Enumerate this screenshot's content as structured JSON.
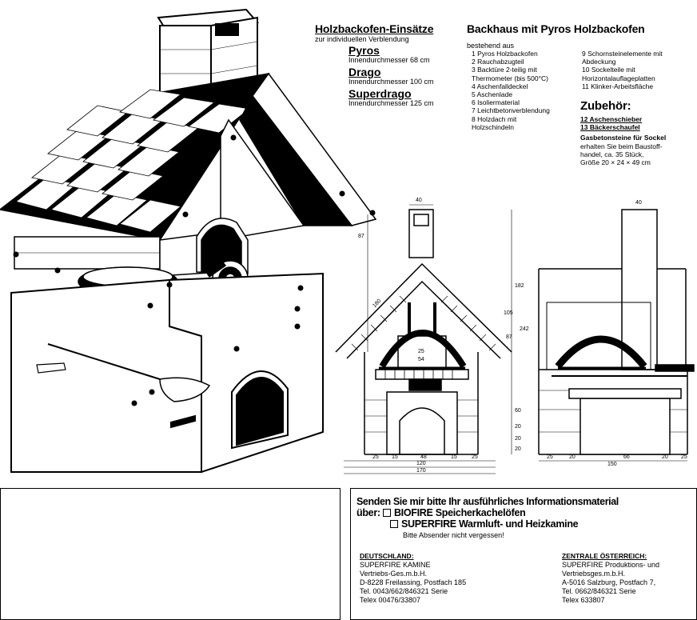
{
  "inserts": {
    "title": "Holzbackofen-Einsätze",
    "subtitle": "zur individuellen Verblendung",
    "models": [
      {
        "name": "Pyros",
        "desc": "Innendurchmesser 68 cm"
      },
      {
        "name": "Drago",
        "desc": "Innendurchmesser 100 cm"
      },
      {
        "name": "Superdrago",
        "desc": "Innendurchmesser 125 cm"
      }
    ]
  },
  "backhaus": {
    "title": "Backhaus mit Pyros Holzbackofen",
    "intro": "bestehend aus",
    "items_left": [
      "1  Pyros Holzbackofen",
      "2  Rauchabzugteil",
      "3  Backtüre 2-teilig mit",
      "    Thermometer (bis 500°C)",
      "4  Aschenfalldeckel",
      "5  Aschenlade",
      "6  Isoliermaterial",
      "7  Leichtbetonverblendung",
      "8  Holzdach mit",
      "    Holzschindeln"
    ],
    "items_right": [
      "9  Schornsteinelemente mit",
      "    Abdeckung",
      "10  Sockelteile mit",
      "      Horizontalauflageplatten",
      "11  Klinker-Arbeitsfläche"
    ],
    "accessories_title": "Zubehör:",
    "accessories": [
      "12  Aschenschieber",
      "13  Bäckerschaufel"
    ],
    "gasbeton_title": "Gasbetonsteine für Sockel",
    "gasbeton_lines": [
      "erhalten Sie beim Baustoff-",
      "handel, ca. 35 Stück,",
      "Größe 20 × 24 × 49 cm"
    ]
  },
  "dimensions": {
    "front_top": "40",
    "front_heights": [
      "87",
      "182",
      "105",
      "87",
      "242",
      "60",
      "20",
      "20",
      "20"
    ],
    "front_roof": "180",
    "front_oven": [
      "25",
      "54"
    ],
    "front_bottom_row": [
      "25",
      "15",
      "48",
      "15",
      "25"
    ],
    "front_bottom_total": [
      "120",
      "170"
    ],
    "side_top": "40",
    "side_bottom_row": [
      "25",
      "20",
      "66",
      "20",
      "25"
    ],
    "side_bottom_total": "150"
  },
  "coupon": {
    "headline1": "Senden Sie mir bitte Ihr ausführliches Informationsmaterial",
    "headline2_prefix": "über:",
    "option1": "BIOFIRE Speicherkachelöfen",
    "option2": "SUPERFIRE Warmluft- und Heizkamine",
    "note": "Bitte Absender nicht vergessen!",
    "de": {
      "title": "DEUTSCHLAND:",
      "lines": [
        "SUPERFIRE KAMINE",
        "Vertriebs-Ges.m.b.H.",
        "D-8228 Freilassing, Postfach 185",
        "Tel. 0043/662/846321 Serie",
        "Telex 00476/33807"
      ]
    },
    "at": {
      "title": "ZENTRALE ÖSTERREICH:",
      "lines": [
        "SUPERFIRE Produktions- und",
        "Vertriebsges.m.b.H.",
        "A-5016 Salzburg, Postfach 7,",
        "Tel. 0662/846321 Serie",
        "Telex 633807"
      ]
    }
  }
}
